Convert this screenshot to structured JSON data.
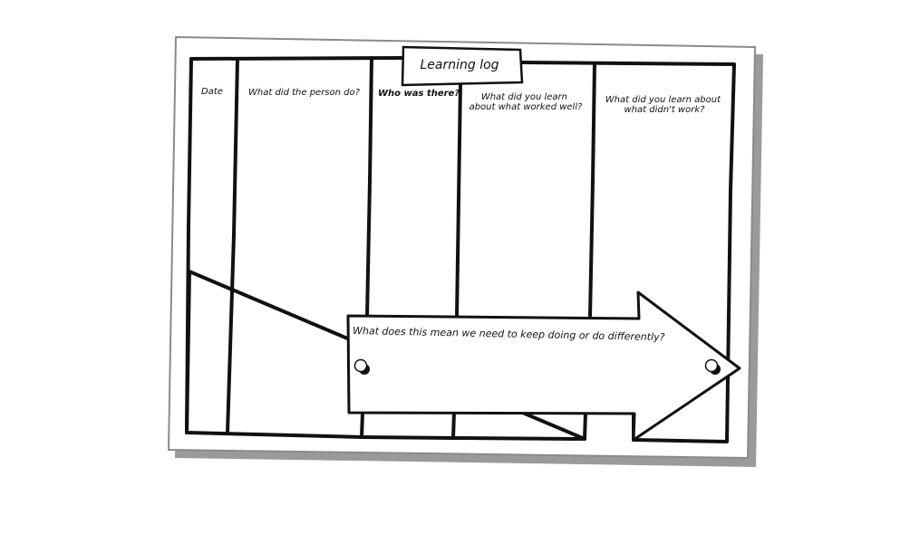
{
  "title": "Learning log",
  "columns": [
    {
      "lines": [
        "Date"
      ]
    },
    {
      "lines": [
        "What did the person do?"
      ]
    },
    {
      "lines": [
        "Who was there?"
      ]
    },
    {
      "lines": [
        "What did you learn",
        "about what worked well?"
      ]
    },
    {
      "lines": [
        "What did you learn about",
        "what didn't work?"
      ]
    }
  ],
  "arrow_prompt": "What does this mean we need to keep doing or do differently?",
  "colors": {
    "ink": "#111111",
    "paper": "#ffffff",
    "shadow": "#9a9a9a",
    "border": "#8a8a8a"
  }
}
